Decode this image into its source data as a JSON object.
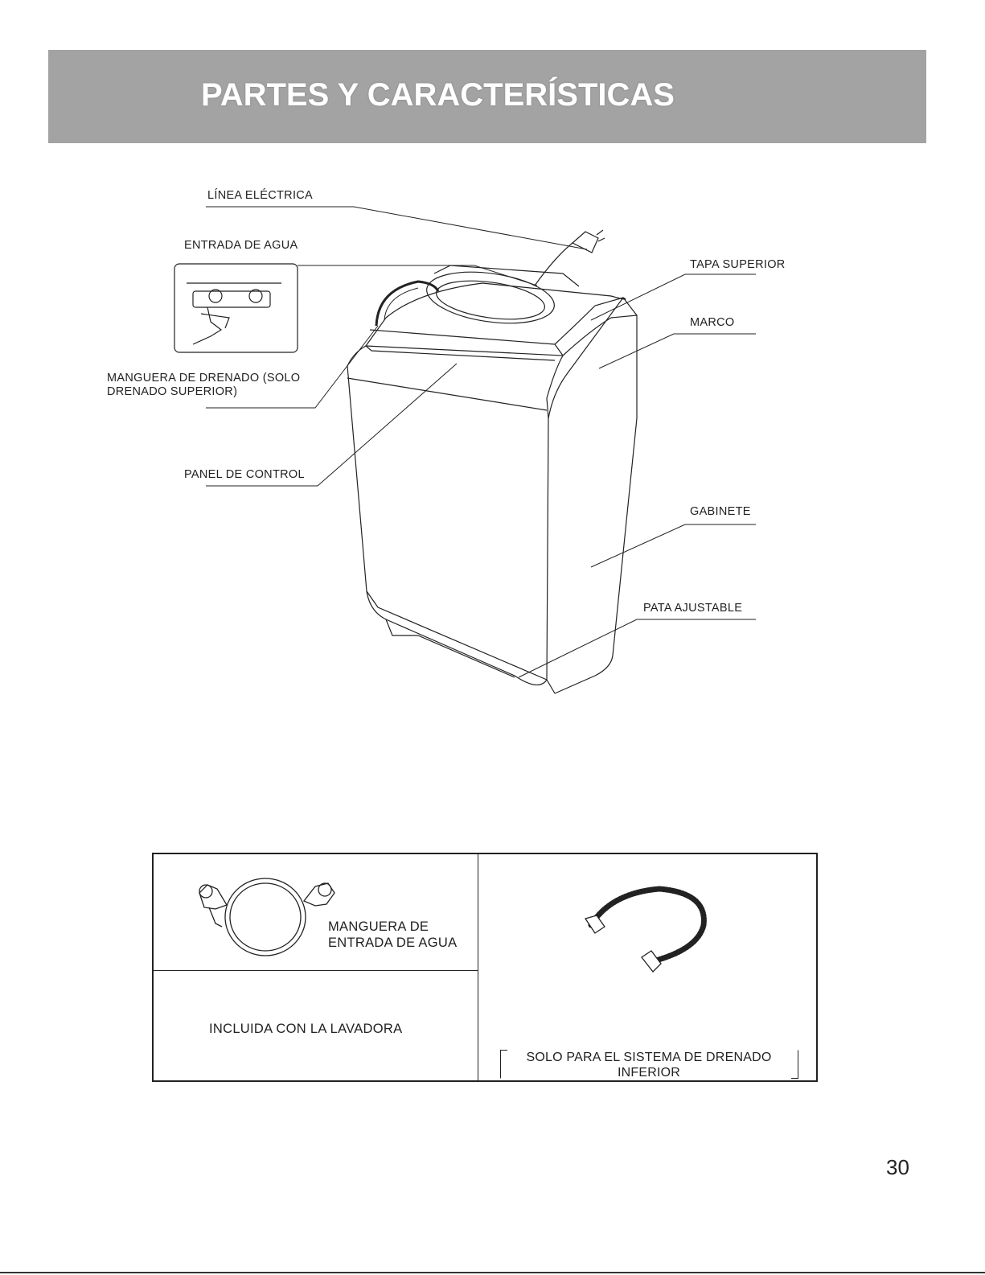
{
  "header": {
    "title": "PARTES Y CARACTERÍSTICAS"
  },
  "parts": {
    "power_line": "LÍNEA ELÉCTRICA",
    "water_inlet": "ENTRADA DE AGUA",
    "drain_hose": "MANGUERA DE DRENADO (SOLO DRENADO SUPERIOR)",
    "control_panel": "PANEL DE CONTROL",
    "top_lid": "TAPA SUPERIOR",
    "frame": "MARCO",
    "cabinet": "GABINETE",
    "adjustable_leg": "PATA AJUSTABLE"
  },
  "accessories": {
    "inlet_hose_label": "MANGUERA DE ENTRADA DE AGUA",
    "included": "INCLUIDA CON LA LAVADORA",
    "bottom_drain_note": "SOLO PARA EL SISTEMA DE DRENADO INFERIOR"
  },
  "page_number": "30"
}
